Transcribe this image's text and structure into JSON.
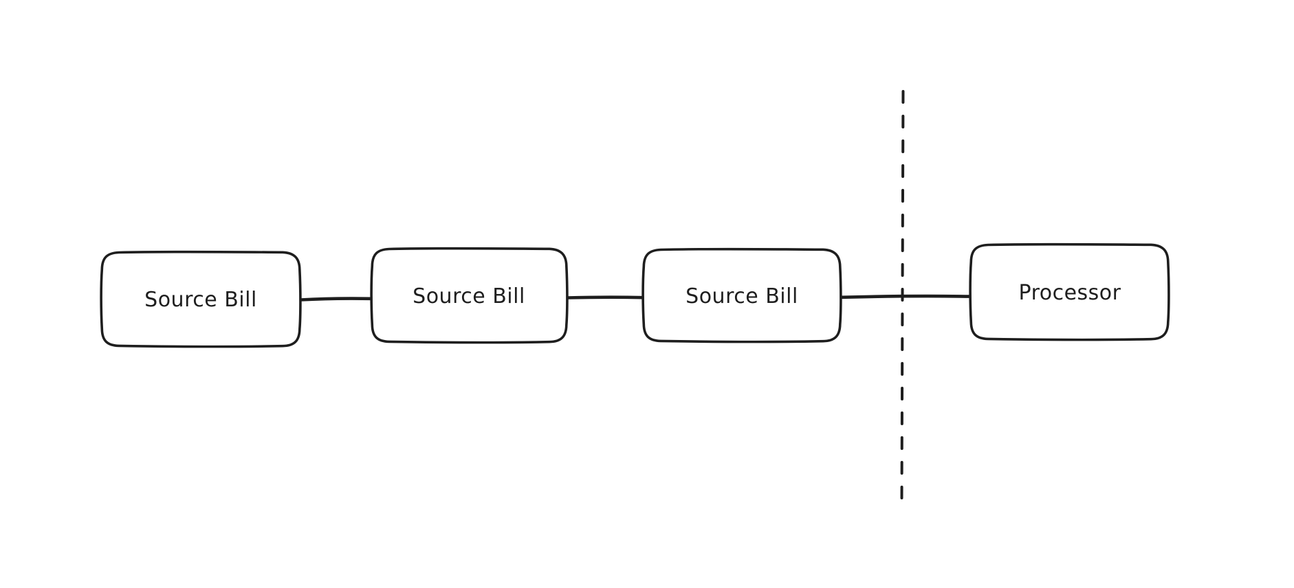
{
  "diagram": {
    "background_color": "#ffffff",
    "stroke_color": "#1e1e1e",
    "style": "hand-drawn-sketch",
    "nodes": [
      {
        "id": "source-bill-1",
        "label": "Source Bill",
        "shape": "rounded-rectangle"
      },
      {
        "id": "source-bill-2",
        "label": "Source Bill",
        "shape": "rounded-rectangle"
      },
      {
        "id": "source-bill-3",
        "label": "Source Bill",
        "shape": "rounded-rectangle"
      },
      {
        "id": "processor",
        "label": "Processor",
        "shape": "rounded-rectangle"
      }
    ],
    "connectors": [
      {
        "from": "source-bill-1",
        "to": "source-bill-2",
        "style": "solid-line",
        "arrowheads": "none"
      },
      {
        "from": "source-bill-2",
        "to": "source-bill-3",
        "style": "solid-line",
        "arrowheads": "none"
      },
      {
        "from": "source-bill-3",
        "to": "processor",
        "style": "solid-line",
        "arrowheads": "none"
      }
    ],
    "divider": {
      "orientation": "vertical",
      "style": "dashed",
      "position": "between-source-bill-3-and-processor"
    }
  }
}
